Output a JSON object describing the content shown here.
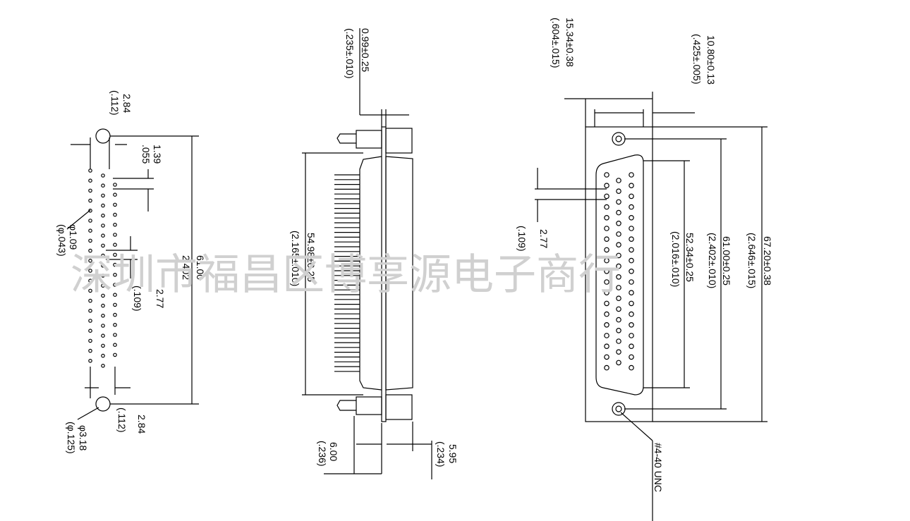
{
  "watermark": "深圳市福昌区博享源电子商行",
  "left_view": {
    "dim_284_top_mm": "2.84",
    "dim_284_top_in": "(.112)",
    "dim_139_mm": "1.39",
    "dim_139_in": ".055",
    "dim_phi109_mm": "φ1.09",
    "dim_phi109_in": "(φ.043)",
    "dim_6100_mm": "61.00",
    "dim_6100_in": "2.402",
    "dim_277_mm": "2.77",
    "dim_277_in": "(.109)",
    "dim_284_bot_mm": "2.84",
    "dim_284_bot_in": "(.112)",
    "dim_phi318_mm": "φ3.18",
    "dim_phi318_in": "(φ.125)"
  },
  "middle_view": {
    "dim_099_mm": "0.99±0.25",
    "dim_099_in": "(.235±.010)",
    "dim_5498_mm": "54.98±0.25",
    "dim_5498_in": "(2.165±.010)",
    "dim_600_mm": "6.00",
    "dim_600_in": "(.236)",
    "dim_595_mm": "5.95",
    "dim_595_in": "(.234)"
  },
  "right_view": {
    "dim_1534_mm": "15.34±0.38",
    "dim_1534_in": "(.604±.015)",
    "dim_1080_mm": "10.80±0.13",
    "dim_1080_in": "(.425±.005)",
    "dim_277_mm": "2.77",
    "dim_277_in": "(.109)",
    "dim_5234_mm": "52.34±0.25",
    "dim_5234_in": "(2.016±.010)",
    "dim_6100_mm": "61.00±0.25",
    "dim_6100_in": "(2.402±.010)",
    "dim_6720_mm": "67.20±0.38",
    "dim_6720_in": "(2.646±.015)",
    "screw_label": "#4-40 UNC"
  },
  "colors": {
    "line": "#000000",
    "watermark": "#d0d0d0",
    "background": "#ffffff"
  }
}
